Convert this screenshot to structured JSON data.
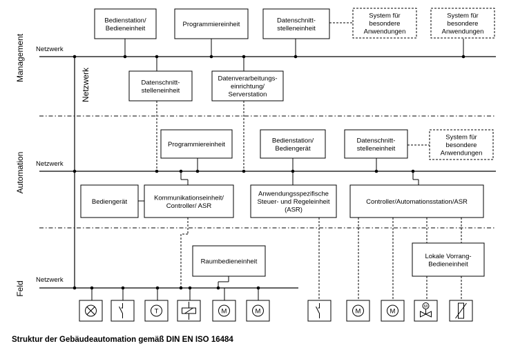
{
  "levels": {
    "management": "Management",
    "automation": "Automation",
    "field": "Feld"
  },
  "network_label": "Netzwerk",
  "vertical_network_label": "Netzwerk",
  "management_top_boxes": [
    [
      "Bedienstation/",
      "Bedieneinheit"
    ],
    [
      "Programmiereinheit"
    ],
    [
      "Datenschnitt-",
      "stelleneinheit"
    ],
    [
      "System für",
      "besondere",
      "Anwendungen"
    ],
    [
      "System für",
      "besondere",
      "Anwendungen"
    ]
  ],
  "management_bottom_boxes": [
    [
      "Datenschnitt-",
      "stelleneinheit"
    ],
    [
      "Datenverarbeitungs-",
      "einrichtung/",
      "Serverstation"
    ]
  ],
  "automation_top_boxes": [
    [
      "Programmiereinheit"
    ],
    [
      "Bedienstation/",
      "Bediengerät"
    ],
    [
      "Datenschnitt-",
      "stelleneinheit"
    ],
    [
      "System für",
      "besondere",
      "Anwendungen"
    ]
  ],
  "automation_bottom_boxes": [
    [
      "Bediengerät"
    ],
    [
      "Kommunikationseinheit/",
      "Controller/ ASR"
    ],
    [
      "Anwendungsspezifische",
      "Steuer- und Regeleinheit",
      "(ASR)"
    ],
    [
      "Controller/Automationsstation/ASR"
    ]
  ],
  "field_boxes": [
    [
      "Raumbedieneinheit"
    ],
    [
      "Lokale Vorrang-",
      "Bedieneinheit"
    ]
  ],
  "field_devices": [
    {
      "name": "lamp-icon",
      "symbol": ""
    },
    {
      "name": "switch-icon",
      "symbol": ""
    },
    {
      "name": "temperature-sensor-icon",
      "symbol": "T"
    },
    {
      "name": "relay-icon",
      "symbol": ""
    },
    {
      "name": "motor-icon",
      "symbol": "M"
    },
    {
      "name": "motor-icon",
      "symbol": "M"
    },
    {
      "name": "switch-icon",
      "symbol": ""
    },
    {
      "name": "motor-icon",
      "symbol": "M"
    },
    {
      "name": "motor-icon",
      "symbol": "M"
    },
    {
      "name": "motorized-valve-icon",
      "symbol": "M"
    },
    {
      "name": "variable-resistor-icon",
      "symbol": ""
    }
  ],
  "caption": "Struktur der Gebäudeautomation gemäß DIN EN ISO 16484"
}
